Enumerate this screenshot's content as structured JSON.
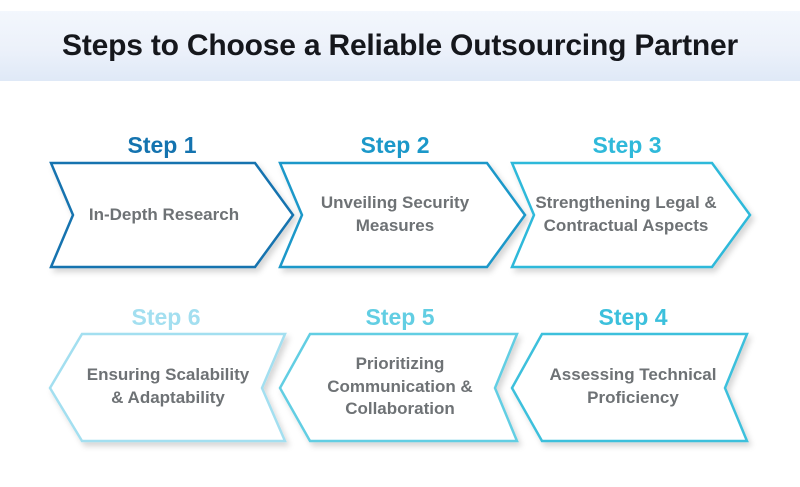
{
  "header": {
    "title": "Steps to Choose a Reliable Outsourcing Partner"
  },
  "steps": [
    {
      "label": "Step 1",
      "text": "In-Depth Research",
      "color": "#1473af"
    },
    {
      "label": "Step 2",
      "text": "Unveiling Security\nMeasures",
      "color": "#1b98c9"
    },
    {
      "label": "Step 3",
      "text": "Strengthening Legal &\nContractual Aspects",
      "color": "#2fb9da"
    },
    {
      "label": "Step 4",
      "text": "Assessing Technical\nProficiency",
      "color": "#3cc0dc"
    },
    {
      "label": "Step 5",
      "text": "Prioritizing\nCommunication &\nCollaboration",
      "color": "#62cee3"
    },
    {
      "label": "Step 6",
      "text": "Ensuring Scalability\n& Adaptability",
      "color": "#a3dff0"
    }
  ],
  "colors": {
    "title_text": "#15171c",
    "body_text": "#6e7275",
    "header_band": "#ecf1fa",
    "background": "#ffffff"
  }
}
